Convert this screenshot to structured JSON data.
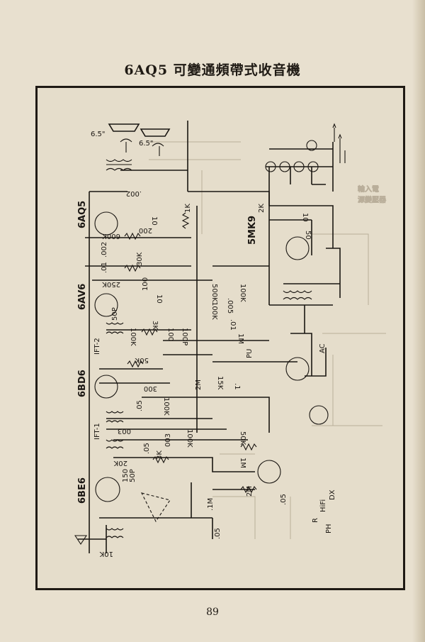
{
  "title": "6AQ5 可變通頻帶式收音機",
  "page_number": "89",
  "tubes": [
    "6AQ5",
    "6AV6",
    "6BD6",
    "6BE6",
    "5MK9"
  ],
  "speakers": [
    "6.5\"",
    "6.5\""
  ],
  "transformers": [
    "IFT-2",
    "IFT-1"
  ],
  "components": [
    "10",
    "200",
    "600K",
    ".002",
    "1K",
    ".002",
    ".01",
    "30K",
    "250K",
    "100",
    "10",
    "50P",
    "100K",
    "3K",
    "100",
    "100P",
    "500K",
    ".005",
    "100K",
    "100K",
    ".01",
    "1M",
    "50K",
    "300",
    ".05",
    "100K",
    "2M",
    "15K",
    ".1",
    "003",
    ".05",
    "3K",
    "003",
    "100K",
    "50K",
    "20K",
    "1M",
    "150",
    "50P",
    "2M",
    ".05",
    ".1M",
    ".05",
    "10K",
    "2K",
    "10",
    "50"
  ],
  "switch_labels": [
    "PU",
    "AC",
    "R",
    "HiFi",
    "PH",
    "DX"
  ],
  "ghost_text": [
    "輸入電",
    "源變壓器"
  ]
}
